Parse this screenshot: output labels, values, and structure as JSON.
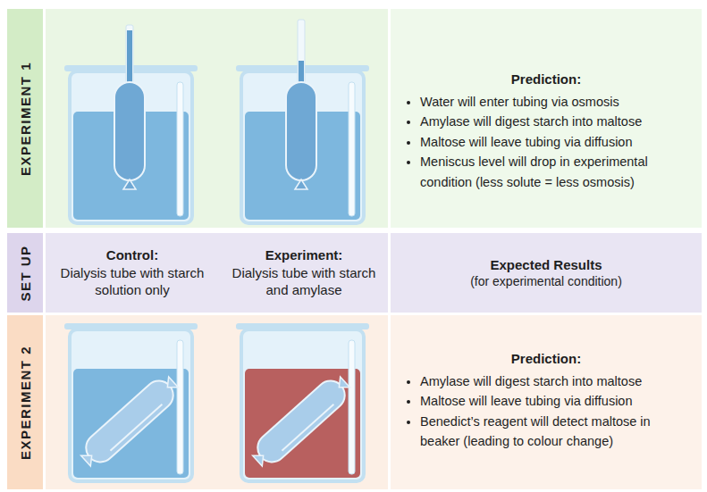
{
  "diagram": {
    "nodes": [
      {
        "text": [
          "EXPERIMENT 1"
        ]
      },
      {
        "text": [
          "Prediction:",
          "Water will enter tubing via osmosis",
          "Amylase will digest starch into maltose",
          "Maltose will leave tubing via diffusion",
          "Meniscus level will drop in experimental condition (less solute = less osmosis)"
        ]
      },
      {
        "text": [
          "SET UP"
        ]
      },
      {
        "text": [
          "Control:",
          "Dialysis tube with starch solution only"
        ]
      },
      {
        "text": [
          "Experiment:",
          "Dialysis tube with starch and amylase"
        ]
      },
      {
        "text": [
          "Expected Results",
          "(for experimental condition)"
        ]
      },
      {
        "text": [
          "EXPERIMENT 2"
        ]
      },
      {
        "text": [
          "Prediction:",
          "Amylase will digest starch into maltose",
          "Maltose will leave tubing via diffusion",
          "Benedict’s reagent will detect maltose in beaker (leading to colour change)"
        ]
      }
    ]
  }
}
